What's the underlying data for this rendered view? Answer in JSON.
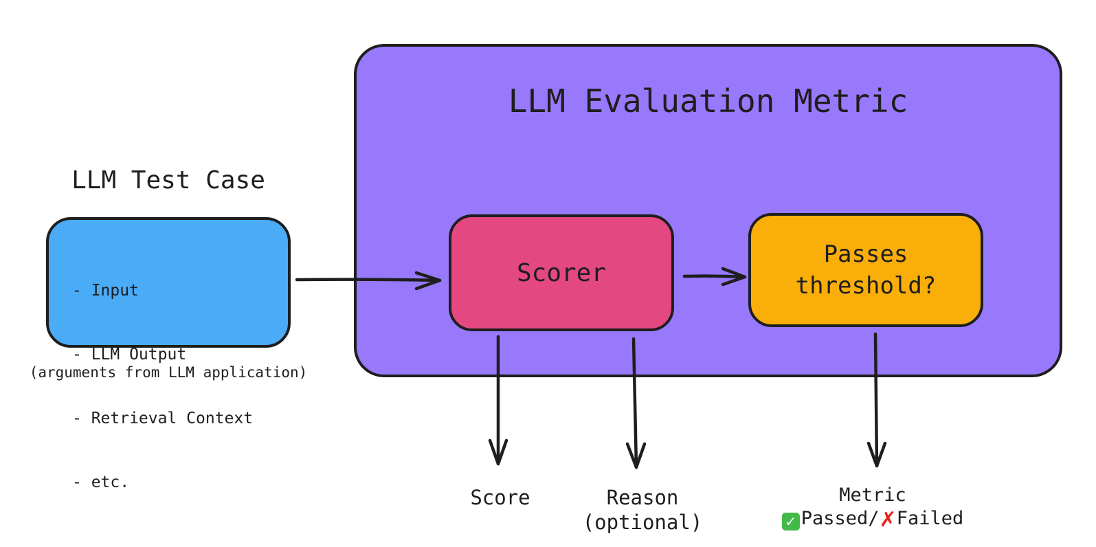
{
  "metric": {
    "title": "LLM Evaluation Metric",
    "scorer_label": "Scorer",
    "threshold_line1": "Passes",
    "threshold_line2": "threshold?"
  },
  "test_case": {
    "title": "LLM Test Case",
    "items": [
      "- Input",
      "- LLM Output",
      "- Retrieval Context",
      "- etc."
    ],
    "note": "(arguments from LLM application)"
  },
  "outputs": {
    "score": "Score",
    "reason_line1": "Reason",
    "reason_line2": "(optional)",
    "metric_line1": "Metric",
    "passed": "Passed/",
    "failed": "Failed"
  },
  "icons": {
    "check": "check-mark-icon",
    "cross": "cross-mark-icon"
  },
  "colors": {
    "metric_container": "#9878fb",
    "test_case_box": "#4aabf7",
    "scorer_box": "#e44880",
    "threshold_box": "#f9ae09",
    "stroke": "#1e1e1e"
  }
}
